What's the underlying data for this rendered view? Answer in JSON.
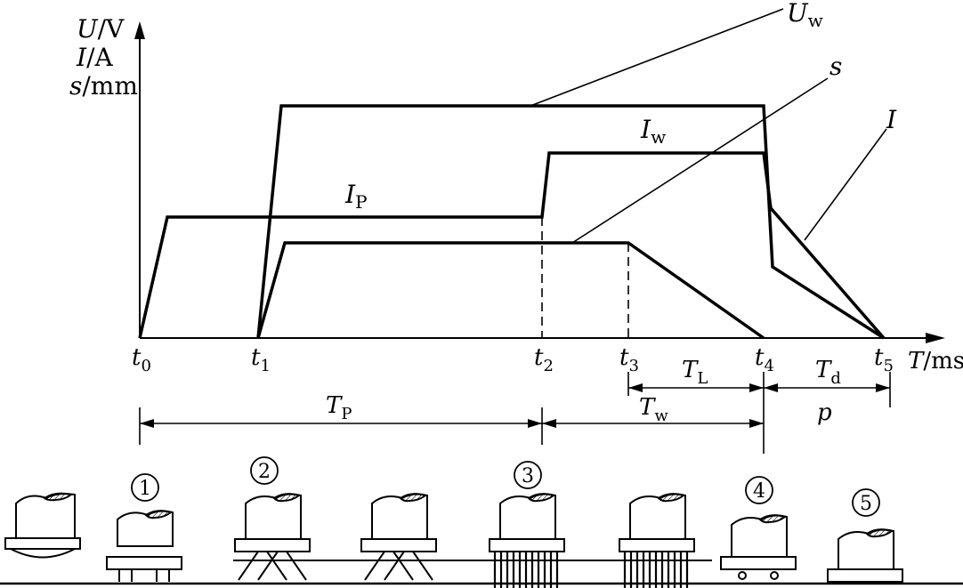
{
  "axis": {
    "y_label_line1_var": "U",
    "y_label_line1_unit": "/V",
    "y_label_line2_var": "I",
    "y_label_line2_unit": "/A",
    "y_label_line3_var": "s",
    "y_label_line3_unit": "/mm",
    "x_label_var": "T",
    "x_label_unit": "/ms"
  },
  "time_marks": [
    {
      "base": "t",
      "sub": "0"
    },
    {
      "base": "t",
      "sub": "1"
    },
    {
      "base": "t",
      "sub": "2"
    },
    {
      "base": "t",
      "sub": "3"
    },
    {
      "base": "t",
      "sub": "4"
    },
    {
      "base": "t",
      "sub": "5"
    }
  ],
  "curve_labels": {
    "uw": {
      "base": "U",
      "sub": "w"
    },
    "s": {
      "base": "s",
      "sub": ""
    },
    "iw": {
      "base": "I",
      "sub": "w"
    },
    "i": {
      "base": "I",
      "sub": ""
    },
    "ip": {
      "base": "I",
      "sub": "P"
    }
  },
  "intervals": {
    "tp": {
      "base": "T",
      "sub": "P"
    },
    "tw": {
      "base": "T",
      "sub": "w"
    },
    "tl": {
      "base": "T",
      "sub": "L"
    },
    "td": {
      "base": "T",
      "sub": "d"
    },
    "p": {
      "base": "p",
      "sub": ""
    }
  },
  "stages": [
    "1",
    "2",
    "3",
    "4",
    "5"
  ]
}
